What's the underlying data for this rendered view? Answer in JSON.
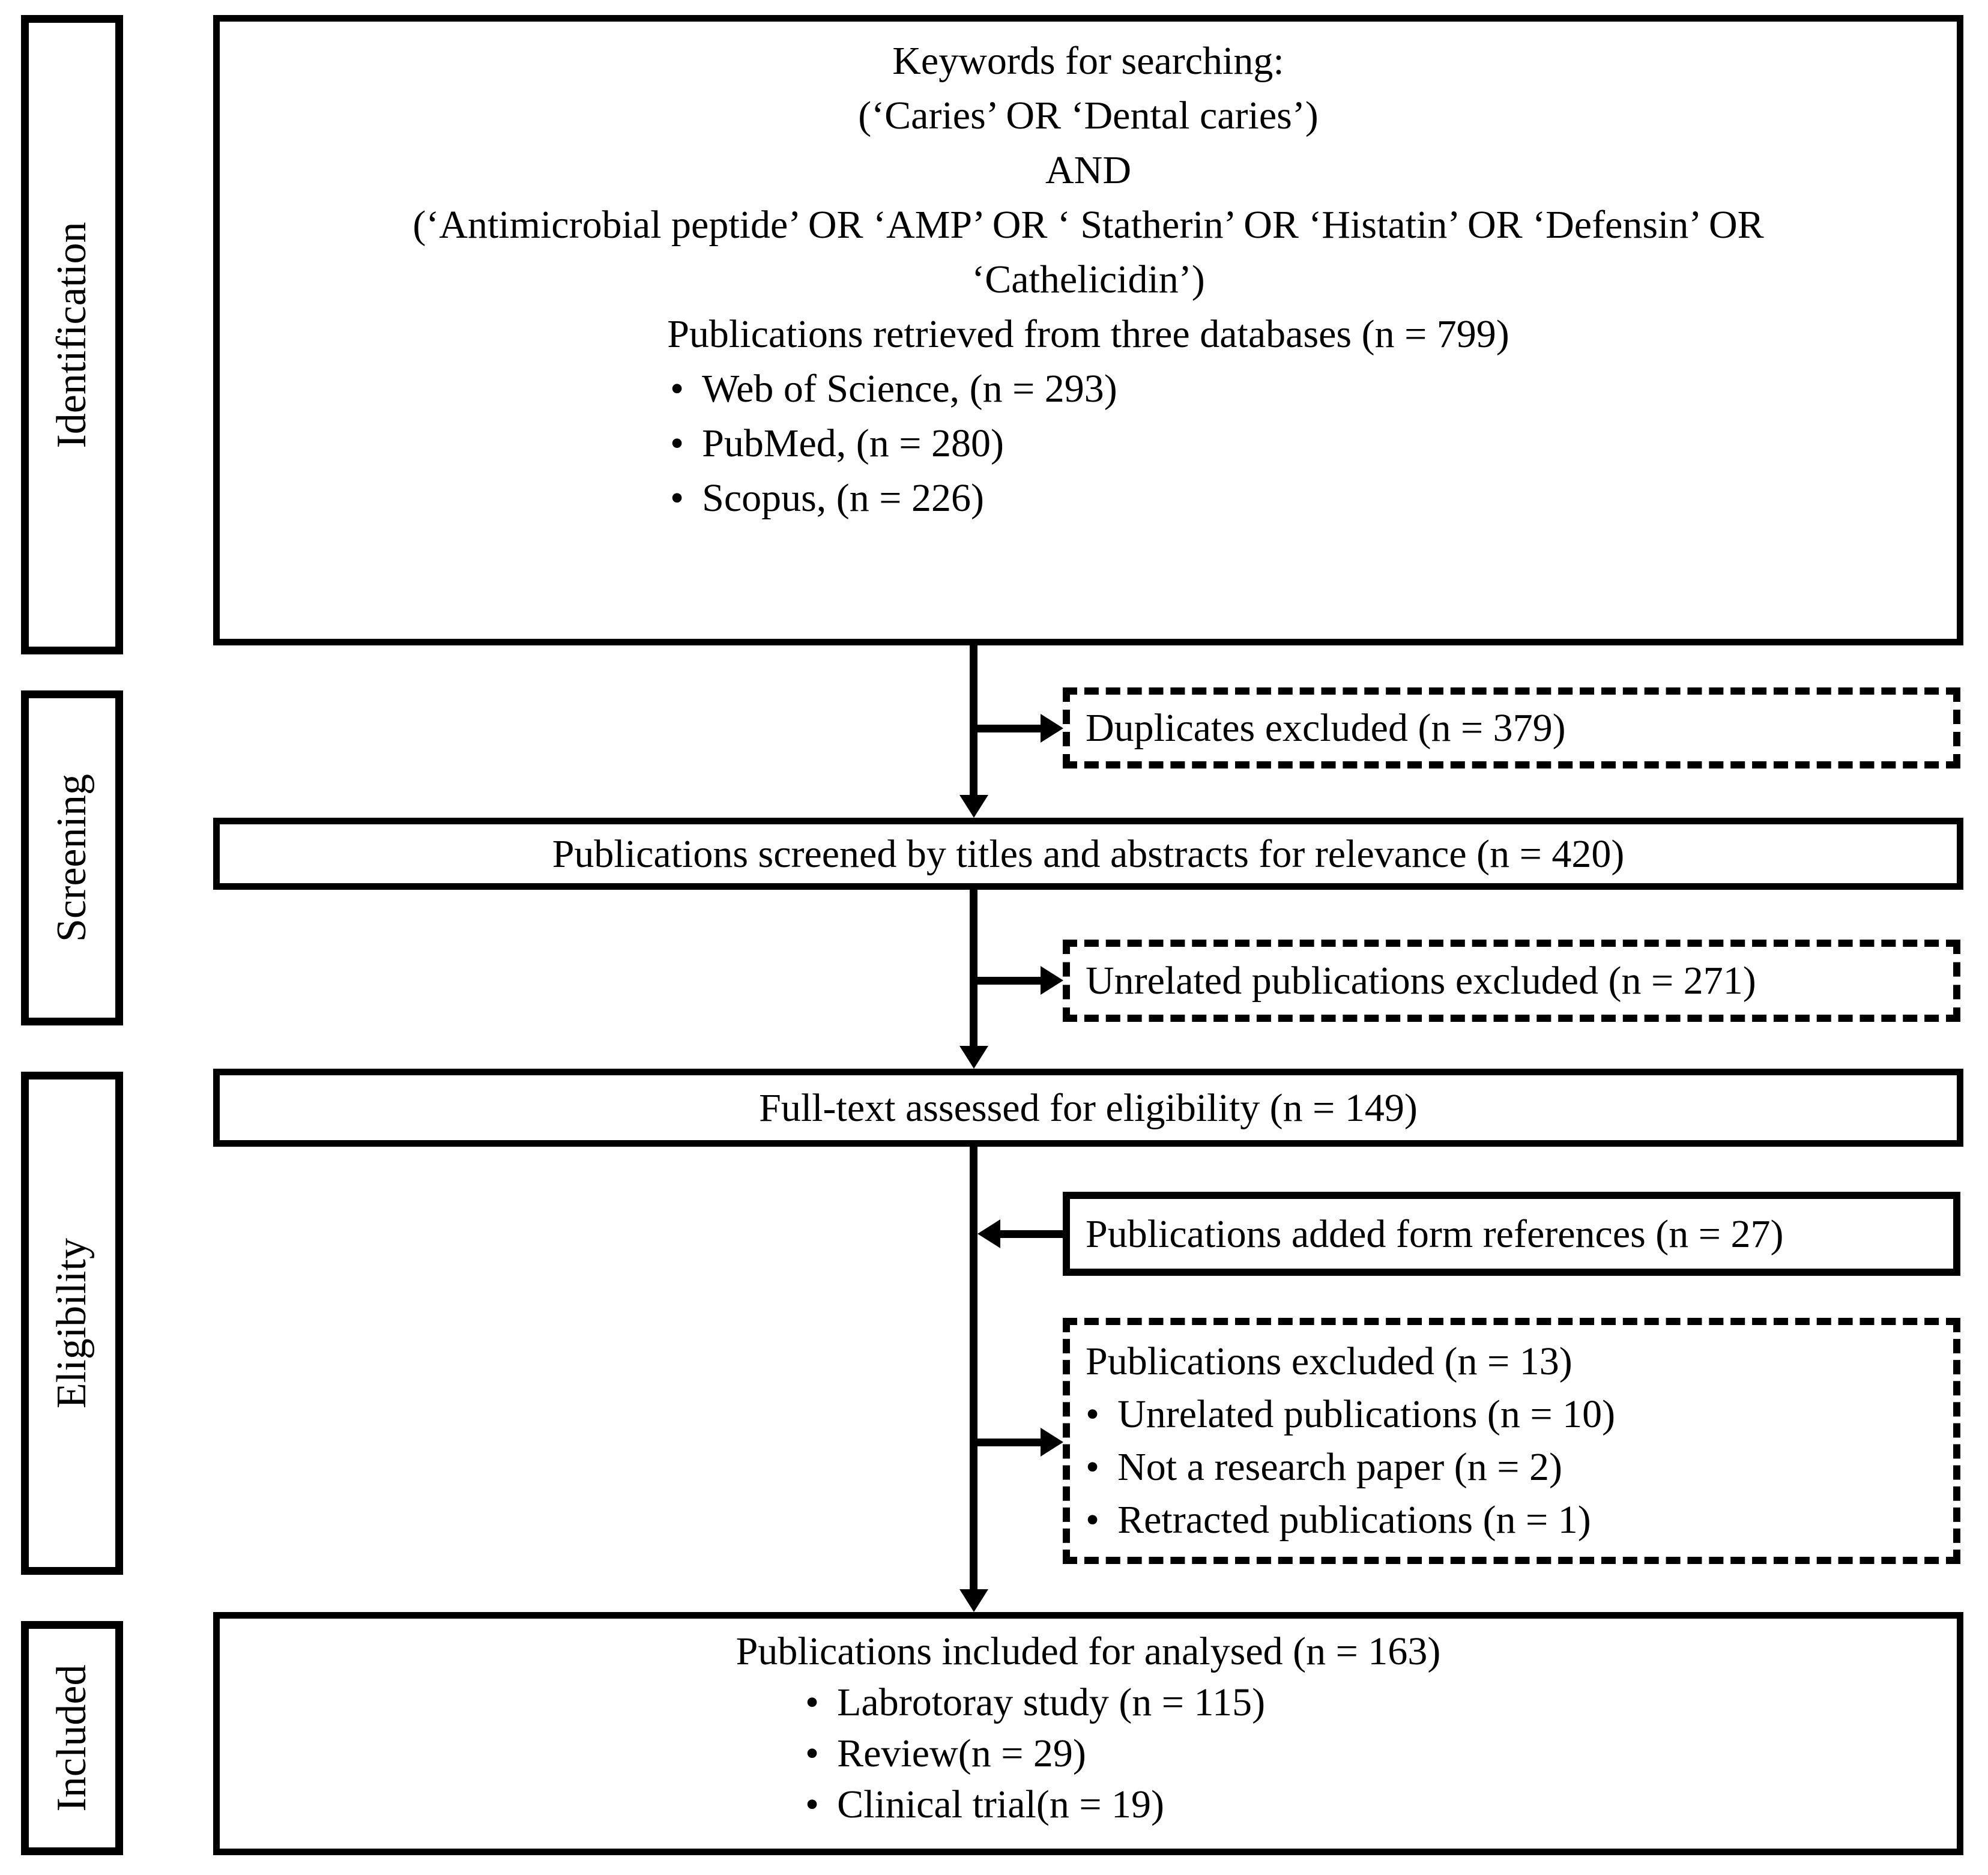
{
  "bullet": "•",
  "accent_color": "#000000",
  "background_color": "#ffffff",
  "sidebar": {
    "items": [
      {
        "label": "Identification"
      },
      {
        "label": "Screening"
      },
      {
        "label": "Eligibility"
      },
      {
        "label": "Included"
      }
    ]
  },
  "flow": {
    "keywords": {
      "title": "Keywords for searching:",
      "lines": [
        "(‘Caries’ OR ‘Dental caries’)",
        "AND",
        "(‘Antimicrobial peptide’ OR ‘AMP’ OR ‘ Statherin’ OR ‘Histatin’ OR ‘Defensin’ OR",
        "‘Cathelicidin’)"
      ],
      "retrieved": "Publications retrieved from three databases (n = 799)",
      "bullets": [
        "Web of Science, (n = 293)",
        "PubMed, (n = 280)",
        "Scopus, (n = 226)"
      ]
    },
    "duplicates": {
      "text": "Duplicates excluded (n = 379)"
    },
    "screened": {
      "text": "Publications screened by titles and abstracts for relevance (n = 420)"
    },
    "unrelated": {
      "text": "Unrelated publications excluded (n = 271)"
    },
    "fulltext": {
      "text": "Full-text assessed for eligibility (n = 149)"
    },
    "added_refs": {
      "text": "Publications added form references (n = 27)"
    },
    "excluded": {
      "title": "Publications excluded (n = 13)",
      "bullets": [
        "Unrelated publications (n = 10)",
        "Not a research paper (n = 2)",
        "Retracted publications (n = 1)"
      ]
    },
    "included": {
      "title": "Publications included for analysed (n = 163)",
      "bullets": [
        "Labrotoray study (n = 115)",
        "Review(n = 29)",
        "Clinical trial(n = 19)"
      ]
    }
  }
}
